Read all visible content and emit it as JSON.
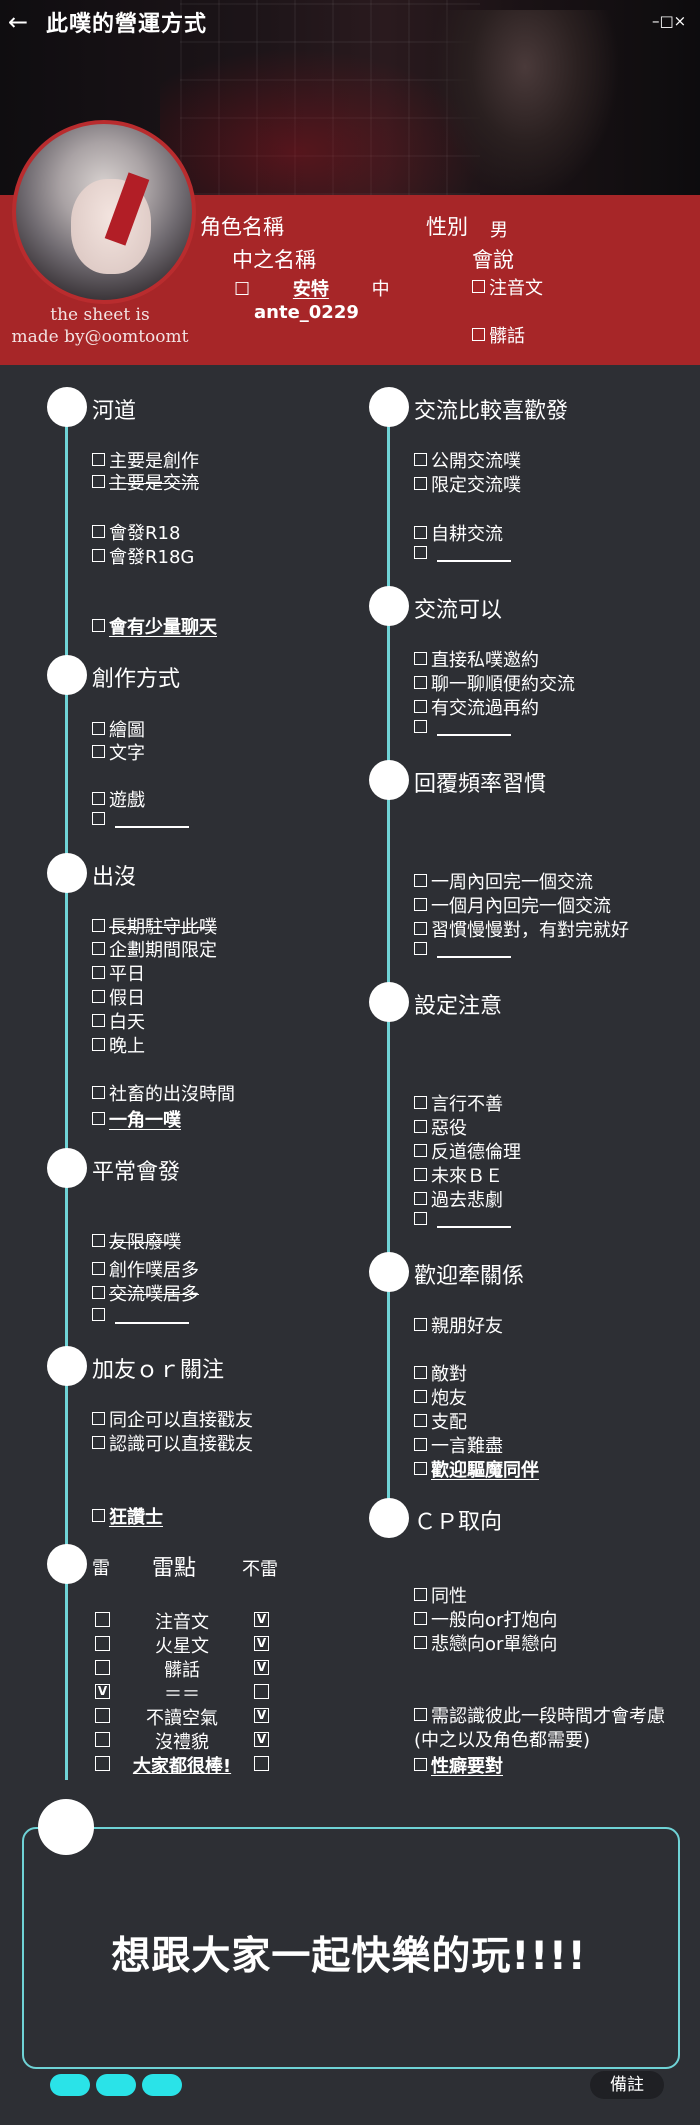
{
  "header": {
    "title": "此噗的營運方式",
    "back_icon": "arrow-left-icon",
    "window_controls": "–□×"
  },
  "profile": {
    "name_label": "角色名稱",
    "gender_label": "性別",
    "gender_value": "男",
    "owner_label": "中之名稱",
    "owner_prefix": "☐",
    "owner_name": "安特",
    "owner_suffix": "中",
    "handle": "ante_0229",
    "speak_label": "會說",
    "speak_items": [
      "注音文",
      "髒話"
    ],
    "credit_line1": "the sheet is",
    "credit_line2": "made by@oomtoomt"
  },
  "left": {
    "river": {
      "title": "河道",
      "items": [
        "主要是創作",
        "主要是交流",
        "會發R18",
        "會發R18G",
        "會有少量聊天"
      ]
    },
    "create": {
      "title": "創作方式",
      "items": [
        "繪圖",
        "文字",
        "遊戲"
      ]
    },
    "appear": {
      "title": "出沒",
      "items": [
        "長期駐守此噗",
        "企劃期間限定",
        "平日",
        "假日",
        "白天",
        "晚上",
        "社畜的出沒時間",
        "一角一噗"
      ]
    },
    "usual": {
      "title": "平常會發",
      "items": [
        "友限廢噗",
        "創作噗居多",
        "交流噗居多"
      ]
    },
    "follow": {
      "title": "加友ｏｒ關注",
      "items": [
        "同企可以直接戳友",
        "認識可以直接戳友",
        "狂讚士"
      ]
    },
    "mines": {
      "title_left": "雷",
      "title_mid": "雷點",
      "title_right": "不雷",
      "rows": [
        {
          "label": "注音文",
          "mine": "",
          "ok": "V"
        },
        {
          "label": "火星文",
          "mine": "",
          "ok": "V"
        },
        {
          "label": "髒話",
          "mine": "",
          "ok": "V"
        },
        {
          "label": "＝＝",
          "mine": "V",
          "ok": ""
        },
        {
          "label": "不讀空氣",
          "mine": "",
          "ok": "V"
        },
        {
          "label": "沒禮貌",
          "mine": "",
          "ok": "V"
        },
        {
          "label": "大家都很棒!",
          "mine": "",
          "ok": ""
        }
      ]
    }
  },
  "right": {
    "prefer": {
      "title": "交流比較喜歡發",
      "items": [
        "公開交流噗",
        "限定交流噗",
        "自耕交流"
      ]
    },
    "ok": {
      "title": "交流可以",
      "items": [
        "直接私噗邀約",
        "聊一聊順便約交流",
        "有交流過再約"
      ]
    },
    "reply": {
      "title": "回覆頻率習慣",
      "items": [
        "一周內回完一個交流",
        "一個月內回完一個交流",
        "習慣慢慢對，有對完就好"
      ]
    },
    "caution": {
      "title": "設定注意",
      "items": [
        "言行不善",
        "惡役",
        "反道德倫理",
        "未來ＢＥ",
        "過去悲劇"
      ]
    },
    "welcome": {
      "title": "歡迎牽關係",
      "items": [
        "親朋好友",
        "敵對",
        "炮友",
        "支配",
        "一言難盡",
        "歡迎驅魔同伴"
      ]
    },
    "cp": {
      "title": "ＣＰ取向",
      "items": [
        "同性",
        "一般向or打炮向",
        "悲戀向or單戀向",
        "需認識彼此一段時間才會考慮",
        "(中之以及角色都需要)",
        "性癖要對"
      ]
    }
  },
  "bottom": {
    "message": "想跟大家一起快樂的玩!!!!",
    "note_button": "備註"
  },
  "colors": {
    "accent": "#6fd3d6",
    "band": "#a72628",
    "pill": "#2ae3e8"
  }
}
